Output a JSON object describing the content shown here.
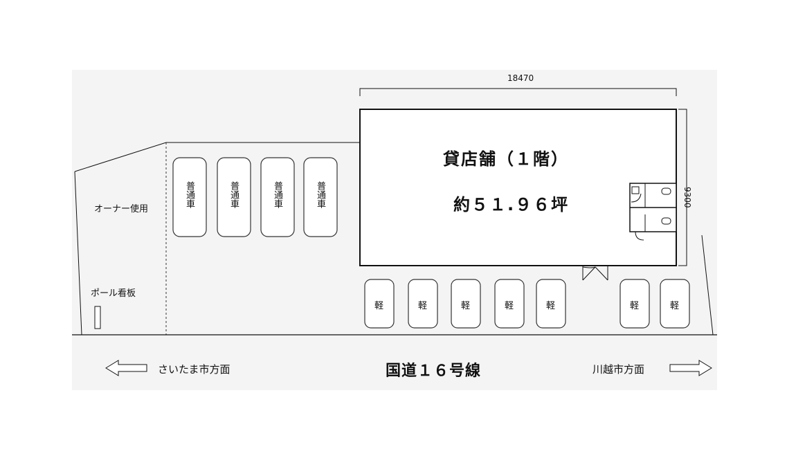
{
  "store": {
    "title": "貸店舗（１階）",
    "area": "約５１.９６坪"
  },
  "dimensions": {
    "width": "18470",
    "depth": "9300"
  },
  "labels": {
    "owner_use": "オーナー使用",
    "pole_sign": "ポール看板"
  },
  "regular_parking": {
    "label": "普通車",
    "count": 4
  },
  "kei_parking": {
    "label": "軽",
    "count": 7
  },
  "road": {
    "name": "国道１６号線",
    "left_direction": "さいたま市方面",
    "right_direction": "川越市方面"
  }
}
